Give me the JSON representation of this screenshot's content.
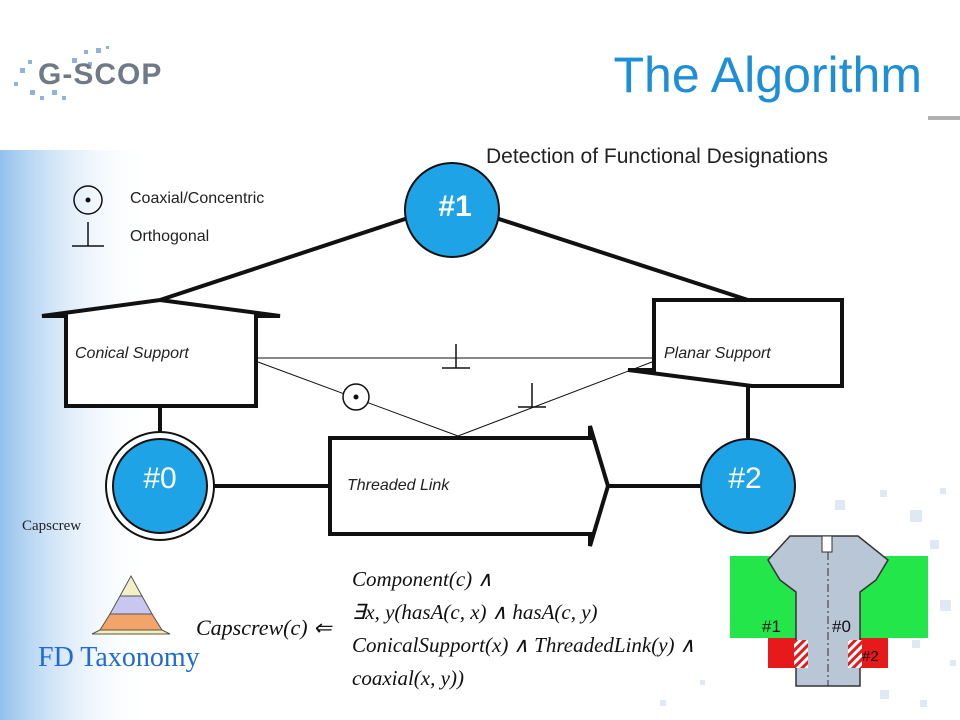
{
  "logo_text": "G-SCOP",
  "title": "The Algorithm",
  "subtitle": "Detection of Functional Designations",
  "legend": {
    "coaxial": "Coaxial/Concentric",
    "orthogonal": "Orthogonal"
  },
  "nodes": {
    "n1": "#1",
    "n0": "#0",
    "n2": "#2"
  },
  "surfaces": {
    "conical": "Conical Support",
    "planar": "Planar Support",
    "threaded": "Threaded Link"
  },
  "capscrew_label": "Capscrew",
  "fd_taxonomy": "FD Taxonomy",
  "formula": {
    "lhs": "Capscrew(c) ⇐",
    "line1": "Component(c) ∧",
    "line2": "∃x, y(hasA(c, x) ∧ hasA(c, y)",
    "line3": "ConicalSupport(x) ∧ ThreadedLink(y) ∧",
    "line4": "coaxial(x, y))"
  },
  "assembly_labels": {
    "l1": "#1",
    "l0": "#0",
    "l2": "#2"
  },
  "colors": {
    "node_fill": "#1ea3e6",
    "title": "#1e8fd6",
    "fd_taxonomy": "#1e6bd6",
    "green": "#22e64a",
    "red": "#e61a1a",
    "part_gray": "#b8c6d6"
  }
}
